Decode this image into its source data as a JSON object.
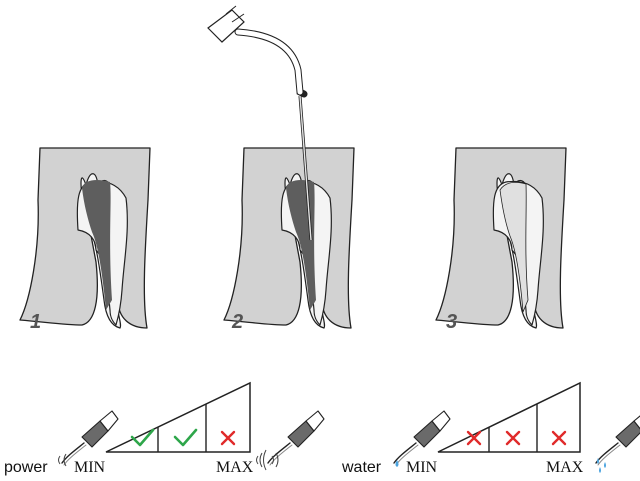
{
  "colors": {
    "outline": "#222222",
    "bone": "#d2d2d2",
    "enamel": "#f4f4f4",
    "canal": "#5e5e5e",
    "check": "#2ea64a",
    "cross": "#e02a2a",
    "water": "#4aa3df"
  },
  "steps": [
    {
      "label": "1"
    },
    {
      "label": "2"
    },
    {
      "label": "3"
    }
  ],
  "power": {
    "label": "power",
    "min_label": "MIN",
    "max_label": "MAX",
    "levels": [
      "check",
      "check",
      "cross"
    ]
  },
  "water": {
    "label": "water",
    "min_label": "MIN",
    "max_label": "MAX",
    "levels": [
      "cross",
      "cross",
      "cross"
    ]
  },
  "icons": [
    "handpiece-icon",
    "check-icon",
    "cross-icon",
    "vibration-icon",
    "water-drop-icon"
  ]
}
